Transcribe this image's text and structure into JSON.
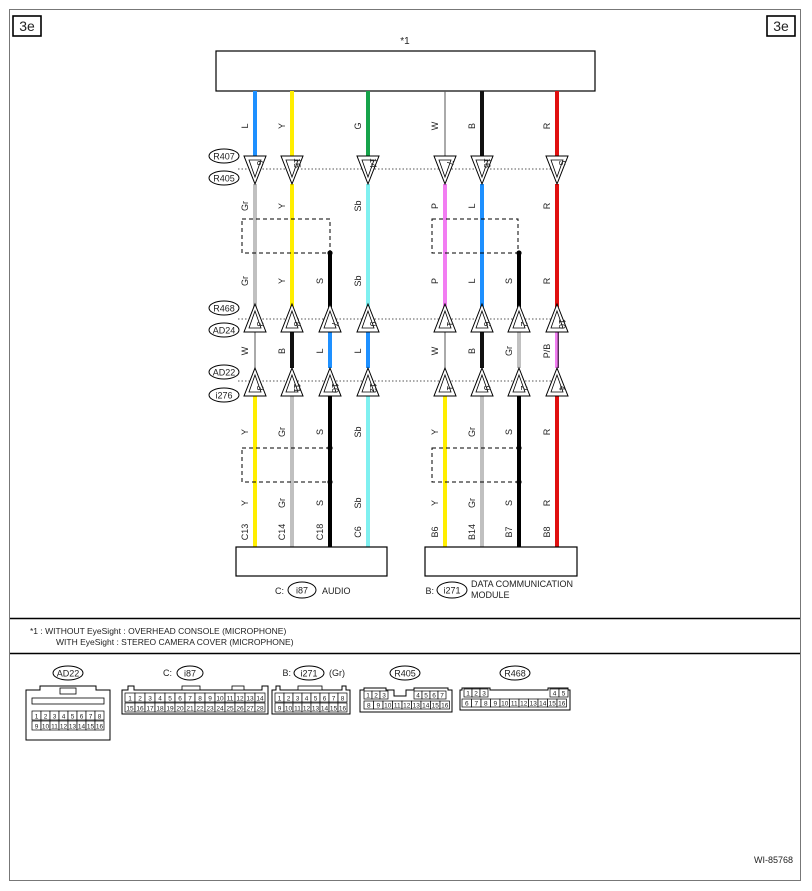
{
  "page": {
    "corner_left": "3e",
    "corner_right": "3e",
    "figure_id": "WI-85768"
  },
  "top_component": {
    "label": "*1"
  },
  "connector_labels": {
    "r407": "R407",
    "r405": "R405",
    "r468": "R468",
    "ad24": "AD24",
    "ad22": "AD22",
    "i276": "i276"
  },
  "columns": [
    {
      "c1": "L",
      "pin1": "6",
      "c2": "Gr",
      "c3": "Gr",
      "pin2": "3",
      "c4": "W",
      "pin3": "3",
      "c5": "Y",
      "c6": "Y",
      "bottom": "C13"
    },
    {
      "c1": "Y",
      "pin1": "15",
      "c2": "Y",
      "c3": "Y",
      "pin2": "8",
      "c4": "B",
      "pin3": "11",
      "c5": "Gr",
      "c6": "Gr",
      "bottom": "C14"
    },
    {
      "c3": "S",
      "pin2": "7",
      "c4": "L",
      "pin3": "10",
      "c5": "S",
      "c6": "S",
      "bottom": "C18"
    },
    {
      "c1": "G",
      "pin1": "14",
      "c2": "Sb",
      "c3": "Sb",
      "pin2": "9",
      "c4": "L",
      "pin3": "12",
      "c5": "Sb",
      "c6": "Sb",
      "bottom": "C6"
    },
    {
      "c1": "W",
      "pin1": "7",
      "c2": "P",
      "c3": "P",
      "pin2": "1",
      "c4": "W",
      "pin3": "1",
      "c5": "Y",
      "c6": "Y",
      "bottom": "B6"
    },
    {
      "c1": "B",
      "pin1": "16",
      "c2": "L",
      "c3": "L",
      "pin2": "6",
      "c4": "B",
      "pin3": "9",
      "c5": "Gr",
      "c6": "Gr",
      "bottom": "B14"
    },
    {
      "c3": "S",
      "pin2": "2",
      "c4": "Gr",
      "pin3": "2",
      "c5": "S",
      "c6": "S",
      "bottom": "B7"
    },
    {
      "c1": "R",
      "pin1": "5",
      "c2": "R",
      "c3": "R",
      "pin2": "10",
      "c4": "P/B",
      "pin3": "4",
      "c5": "R",
      "c6": "R",
      "bottom": "B8"
    }
  ],
  "audio": {
    "prefix": "C:",
    "connector": "i87",
    "name": "AUDIO"
  },
  "dcm": {
    "prefix": "B:",
    "connector": "i271",
    "name_line1": "DATA COMMUNICATION",
    "name_line2": "MODULE"
  },
  "notes": {
    "line1": "*1  : WITHOUT EyeSight  : OVERHEAD CONSOLE (MICROPHONE)",
    "line2": "WITH EyeSight  : STEREO CAMERA COVER (MICROPHONE)"
  },
  "legend": {
    "ad22": {
      "label": "AD22",
      "row1": [
        "1",
        "2",
        "3",
        "4",
        "5",
        "6",
        "7",
        "8"
      ],
      "row2": [
        "9",
        "10",
        "11",
        "12",
        "13",
        "14",
        "15",
        "16"
      ]
    },
    "i87": {
      "prefix": "C:",
      "label": "i87",
      "row1": [
        "1",
        "2",
        "3",
        "4",
        "5",
        "6",
        "7",
        "8",
        "9",
        "10",
        "11",
        "12",
        "13",
        "14"
      ],
      "row2": [
        "15",
        "16",
        "17",
        "18",
        "19",
        "20",
        "21",
        "22",
        "23",
        "24",
        "25",
        "26",
        "27",
        "28"
      ]
    },
    "i271": {
      "prefix": "B:",
      "label": "i271",
      "suffix": "(Gr)",
      "row1": [
        "1",
        "2",
        "3",
        "4",
        "5",
        "6",
        "7",
        "8"
      ],
      "row2": [
        "9",
        "10",
        "11",
        "12",
        "13",
        "14",
        "15",
        "16"
      ]
    },
    "r405": {
      "label": "R405",
      "row1a": [
        "1",
        "2",
        "3"
      ],
      "row1b": [
        "4",
        "5",
        "6",
        "7"
      ],
      "row2": [
        "8",
        "9",
        "10",
        "11",
        "12",
        "13",
        "14",
        "15",
        "16"
      ]
    },
    "r468": {
      "label": "R468",
      "row1a": [
        "1",
        "2",
        "3"
      ],
      "row1b": [
        "4",
        "5"
      ],
      "row2": [
        "6",
        "7",
        "8",
        "9",
        "10",
        "11",
        "12",
        "13",
        "14",
        "15",
        "16"
      ]
    }
  },
  "wire_colors": {
    "L": "#1e90ff",
    "Y": "#ffee00",
    "G": "#16a34a",
    "W": "#ffffff",
    "B": "#111111",
    "R": "#e01010",
    "Gr": "#c0c0c0",
    "Sb": "#7ff0f0",
    "P": "#f27df2",
    "S": "#000000",
    "PB": "#f27df2",
    "stroke": "#333333"
  }
}
